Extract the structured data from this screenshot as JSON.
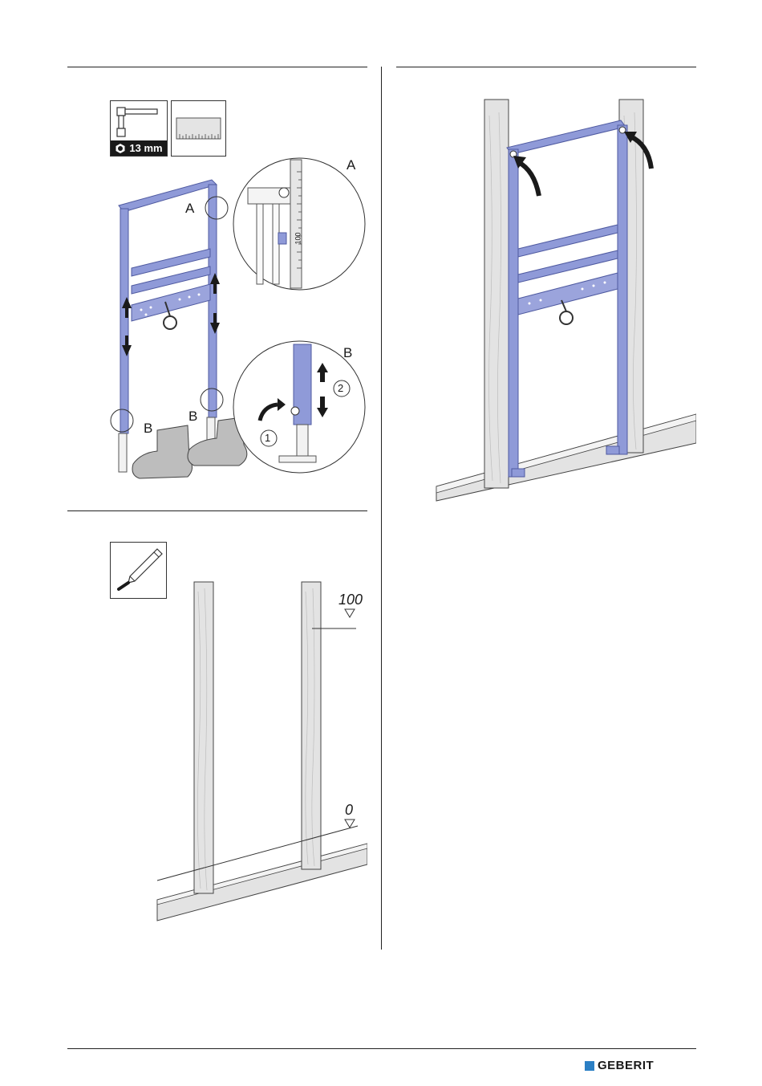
{
  "tools": {
    "wrench_size": "13 mm"
  },
  "step1": {
    "callout_top": "A",
    "callout_bottom": "B",
    "label_a_frame": "A",
    "label_b_left": "B",
    "label_b_right": "B",
    "step_one": "1",
    "step_two": "2",
    "scale_mark": "100"
  },
  "step2": {
    "mark_top": "100",
    "mark_bottom": "0"
  },
  "footer": {
    "brand": "GEBERIT"
  },
  "colors": {
    "frame_blue": "#8f9ad8",
    "frame_dark": "#4f5aa0",
    "wood": "#e3e3e3",
    "brand_blue": "#2b7fc4"
  }
}
